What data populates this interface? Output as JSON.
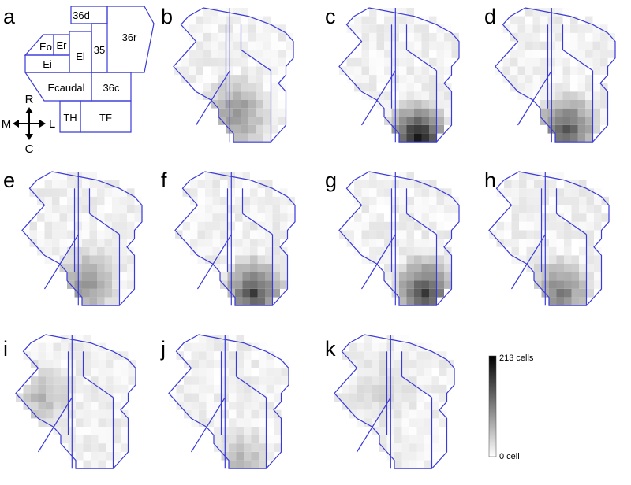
{
  "panels": [
    {
      "label": "a"
    },
    {
      "label": "b"
    },
    {
      "label": "c"
    },
    {
      "label": "d"
    },
    {
      "label": "e"
    },
    {
      "label": "f"
    },
    {
      "label": "g"
    },
    {
      "label": "h"
    },
    {
      "label": "i"
    },
    {
      "label": "j"
    },
    {
      "label": "k"
    }
  ],
  "schematic": {
    "regions": [
      "36d",
      "36r",
      "Eo",
      "Er",
      "Ei",
      "El",
      "35",
      "Ecaudal",
      "36c",
      "TH",
      "TF"
    ],
    "directions": {
      "rostral": "R",
      "caudal": "C",
      "medial": "M",
      "lateral": "L"
    }
  },
  "colorbar": {
    "max_label": "213 cells",
    "min_label": "0 cell",
    "max_value": 213,
    "min_value": 0
  },
  "colors": {
    "border": "#3a3ad8",
    "high": "#000000",
    "low": "#ffffff"
  }
}
